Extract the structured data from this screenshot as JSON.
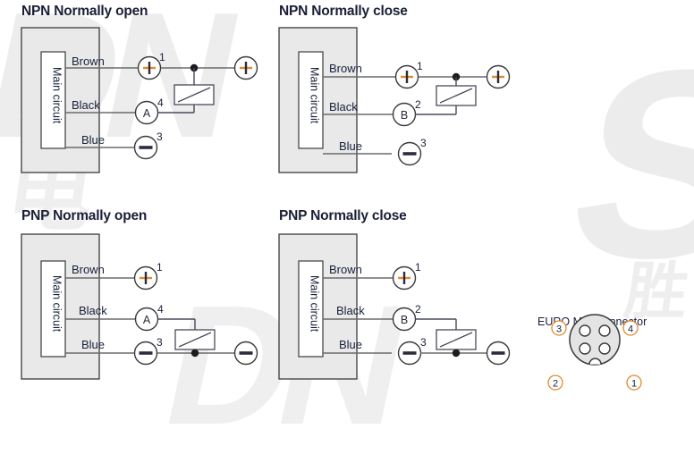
{
  "document": {
    "type": "sensor-wiring-diagrams",
    "background_color": "#ffffff",
    "title_color": "#1a1f36",
    "body_fill": "#e9e9e9",
    "wire_color": "#6b6b6b",
    "accent_color": "#e08a2e",
    "watermark_color": "#ececec"
  },
  "watermarks": {
    "left_letters": "DN",
    "left_cjk": "电",
    "right_letter": "S",
    "right_cjk": "胜",
    "center_letters": "DN"
  },
  "panels": [
    {
      "id": "npn-normally-open",
      "title": "NPN Normally open",
      "sensor_label": "Main circuit",
      "wires": [
        {
          "name": "Brown",
          "terminal": "+",
          "pin": "1"
        },
        {
          "name": "Black",
          "terminal": "A",
          "pin": "4"
        },
        {
          "name": "Blue",
          "terminal": "−",
          "pin": "3"
        }
      ],
      "supply_terminals": [
        "+"
      ],
      "load_symbol": "resistor-box"
    },
    {
      "id": "npn-normally-close",
      "title": "NPN Normally close",
      "sensor_label": "Main circuit",
      "wires": [
        {
          "name": "Brown",
          "terminal": "+",
          "pin": "1"
        },
        {
          "name": "Black",
          "terminal": "B",
          "pin": "2"
        },
        {
          "name": "Blue",
          "terminal": "−",
          "pin": "3"
        }
      ],
      "supply_terminals": [
        "+"
      ],
      "load_symbol": "resistor-box"
    },
    {
      "id": "pnp-normally-open",
      "title": "PNP Normally open",
      "sensor_label": "Main circuit",
      "wires": [
        {
          "name": "Brown",
          "terminal": "+",
          "pin": "1"
        },
        {
          "name": "Black",
          "terminal": "A",
          "pin": "4"
        },
        {
          "name": "Blue",
          "terminal": "−",
          "pin": "3"
        }
      ],
      "supply_terminals": [
        "−"
      ],
      "load_symbol": "resistor-box"
    },
    {
      "id": "pnp-normally-close",
      "title": "PNP Normally close",
      "sensor_label": "Main circuit",
      "wires": [
        {
          "name": "Brown",
          "terminal": "+",
          "pin": "1"
        },
        {
          "name": "Black",
          "terminal": "B",
          "pin": "2"
        },
        {
          "name": "Blue",
          "terminal": "−",
          "pin": "3"
        }
      ],
      "supply_terminals": [
        "−"
      ],
      "load_symbol": "resistor-box"
    }
  ],
  "connector": {
    "label": "EURO M12 connector",
    "pins": [
      {
        "number": "③",
        "position": "top-left"
      },
      {
        "number": "④",
        "position": "top-right"
      },
      {
        "number": "②",
        "position": "bottom-left"
      },
      {
        "number": "①",
        "position": "bottom-right"
      }
    ]
  }
}
